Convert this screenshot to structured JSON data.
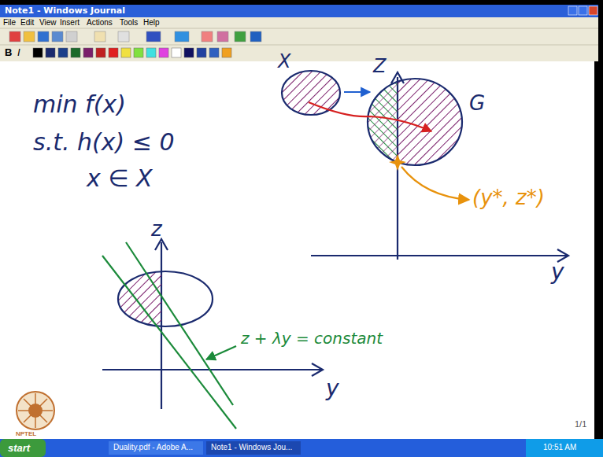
{
  "diagram": {
    "title": "Note1 - Windows Journal",
    "labels": [
      "File",
      "Edit",
      "View",
      "Insert",
      "Actions",
      "Tools",
      "Help",
      "B",
      "I",
      "min f(x)",
      "s.t. h(x) ≤ 0",
      "x ∈ X",
      "X",
      "Z",
      "G",
      "(y*, z*)",
      "y",
      "z",
      "y",
      "z + λy = constant",
      "1/1",
      "NPTEL",
      "start",
      "Duality.pdf - Adobe A...",
      "Note1 - Windows Jou...",
      "10:51 AM"
    ]
  }
}
